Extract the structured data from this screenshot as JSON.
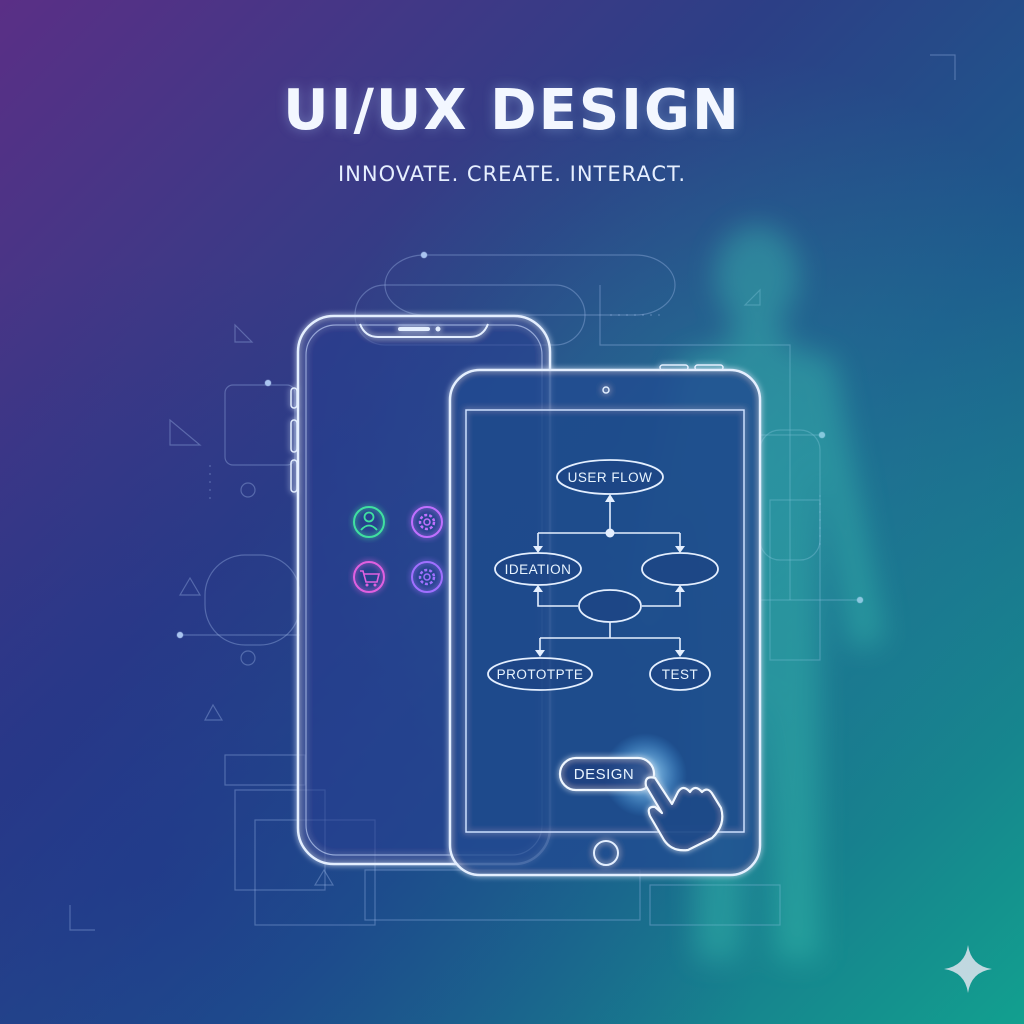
{
  "hero": {
    "title": "UI/UX DESIGN",
    "tagline": "INNOVATE. CREATE. INTERACT."
  },
  "phone": {
    "app_icons": [
      "user-icon",
      "gear-icon",
      "cart-icon",
      "gear-icon"
    ],
    "colors": {
      "green": "#3fe0a0",
      "purple": "#c070ff",
      "magenta": "#e060e0",
      "violet": "#a070ff"
    }
  },
  "tablet": {
    "flow": {
      "user_flow": "USER FLOW",
      "ideation": "IDEATION",
      "prototype": "PROTOTPTE",
      "test": "TEST"
    },
    "design_button": "DESIGN"
  },
  "colors": {
    "accent_glow": "#9fd8ff",
    "line": "#cfe3ff"
  }
}
